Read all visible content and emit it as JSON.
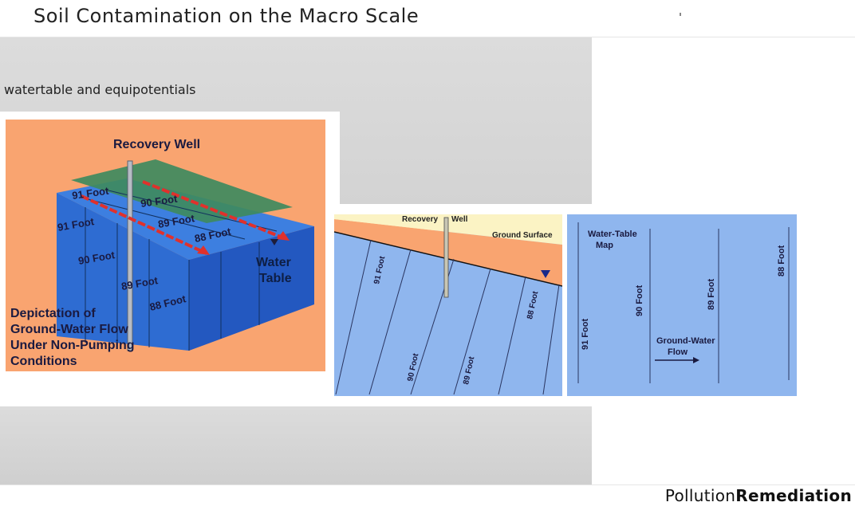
{
  "page": {
    "title": "Soil Contamination on the Macro Scale",
    "subtitle": "watertable and equipotentials",
    "footer_light": "Pollution",
    "footer_bold": "Remediation"
  },
  "block_diagram": {
    "recovery_well": "Recovery Well",
    "water_table": [
      "Water",
      "Table"
    ],
    "caption": [
      "Depictation of",
      "Ground-Water Flow",
      "Under Non-Pumping",
      "Conditions"
    ],
    "contours": [
      "91 Foot",
      "90 Foot",
      "89 Foot",
      "88 Foot"
    ]
  },
  "cross_section": {
    "recovery_well_a": "Recovery",
    "recovery_well_b": "Well",
    "ground_surface": "Ground Surface",
    "contours": [
      "91 Foot",
      "90 Foot",
      "89 Foot",
      "88 Foot"
    ]
  },
  "map_view": {
    "map_title": [
      "Water-Table",
      "Map"
    ],
    "flow_label": [
      "Ground-Water",
      "Flow"
    ],
    "contours": [
      "91 Foot",
      "90 Foot",
      "89 Foot",
      "88 Foot"
    ]
  },
  "colors": {
    "orange": "#f9a470",
    "water_blue": "#2f6fd6",
    "light_blue": "#8fb6ee",
    "green_plane": "#3e8a5e",
    "arrow_red": "#e0312c"
  }
}
